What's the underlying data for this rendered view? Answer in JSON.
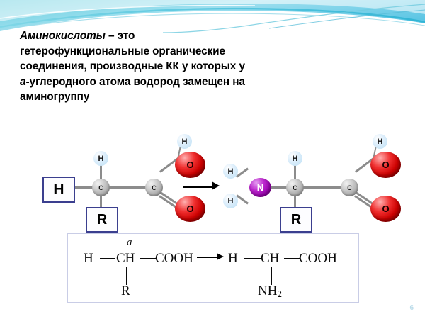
{
  "slide": {
    "page_number": "6",
    "accent_color": "#5ec8e0",
    "banner_color_dark": "#3cbcd6",
    "banner_color_light": "#bfe9f4"
  },
  "body_text": {
    "lead_word": "Аминокислоты",
    "lines": [
      " – это",
      "гетерофункциональные органические",
      "соединения, производные КК у которых у",
      "-углеродного атома водород замещен на",
      "аминогруппу"
    ],
    "alpha_prefix": "a"
  },
  "molecule_left": {
    "caption": "amino-acid-precursor",
    "label_h": "H",
    "label_r": "R",
    "atom_h_top": "H",
    "atom_c1": "C",
    "atom_c2": "C",
    "atom_o_top": "O",
    "atom_o_bottom": "O",
    "atom_h_hydroxyl": "H"
  },
  "molecule_right": {
    "caption": "amino-acid-product",
    "label_r": "R",
    "atom_n": "N",
    "atom_h_n_upper": "H",
    "atom_h_n_lower": "H",
    "atom_h_top": "H",
    "atom_c1": "C",
    "atom_c2": "C",
    "atom_o_top": "O",
    "atom_o_bottom": "O",
    "atom_h_hydroxyl": "H"
  },
  "formula": {
    "alpha_label": "a",
    "left": {
      "h": "H",
      "ch": "CH",
      "cooh": "COOH",
      "substituent": "R"
    },
    "right": {
      "h": "H",
      "ch": "CH",
      "cooh": "COOH",
      "substituent": "NH",
      "substituent_sub": "2"
    }
  },
  "colors": {
    "oxygen": "#cc0000",
    "nitrogen": "#9a00b0",
    "carbon": "#8e8e8e",
    "hydrogen": "#bcdff4",
    "box_border": "#3b3f8f"
  }
}
